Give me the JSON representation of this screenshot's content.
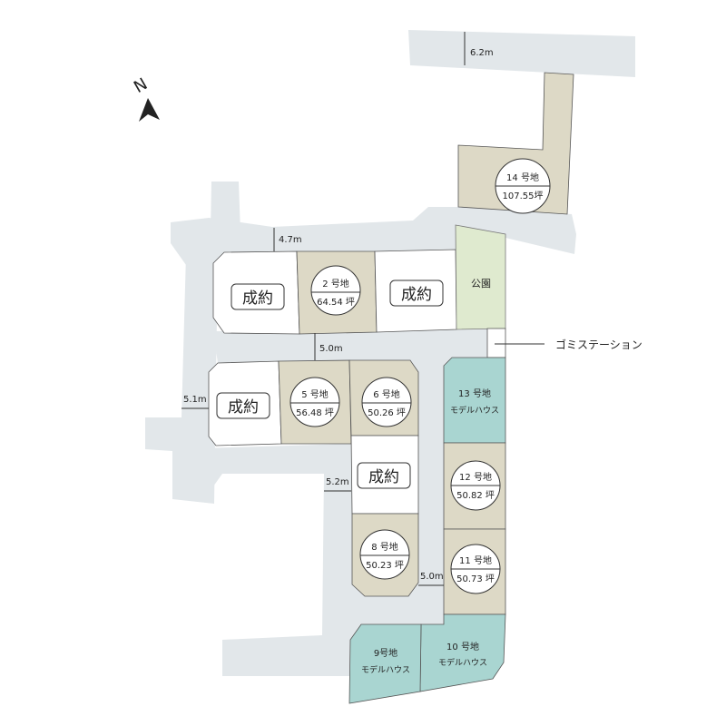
{
  "compass": {
    "label": "N"
  },
  "colors": {
    "road": "#e2e7ea",
    "lot_available": "#ddd9c6",
    "lot_model": "#a9d5d1",
    "park": "#dfeacf",
    "lot_sold": "#ffffff"
  },
  "dimensions": {
    "d1": "6.2m",
    "d2": "4.7m",
    "d3": "5.0m",
    "d4": "5.1m",
    "d5": "5.2m",
    "d6": "5.0m"
  },
  "lots": {
    "l2": {
      "name": "2 号地",
      "area": "64.54 坪"
    },
    "l5": {
      "name": "5 号地",
      "area": "56.48 坪"
    },
    "l6": {
      "name": "6 号地",
      "area": "50.26 坪"
    },
    "l8": {
      "name": "8 号地",
      "area": "50.23 坪"
    },
    "l11": {
      "name": "11 号地",
      "area": "50.73 坪"
    },
    "l12": {
      "name": "12 号地",
      "area": "50.82 坪"
    },
    "l14": {
      "name": "14 号地",
      "area": "107.55坪"
    },
    "l9": {
      "name": "9号地",
      "note": "モデルハウス"
    },
    "l10": {
      "name": "10 号地",
      "note": "モデルハウス"
    },
    "l13": {
      "name": "13 号地",
      "note": "モデルハウス"
    }
  },
  "sold_label": "成約",
  "park_label": "公園",
  "garbage_label": "ゴミステーション"
}
